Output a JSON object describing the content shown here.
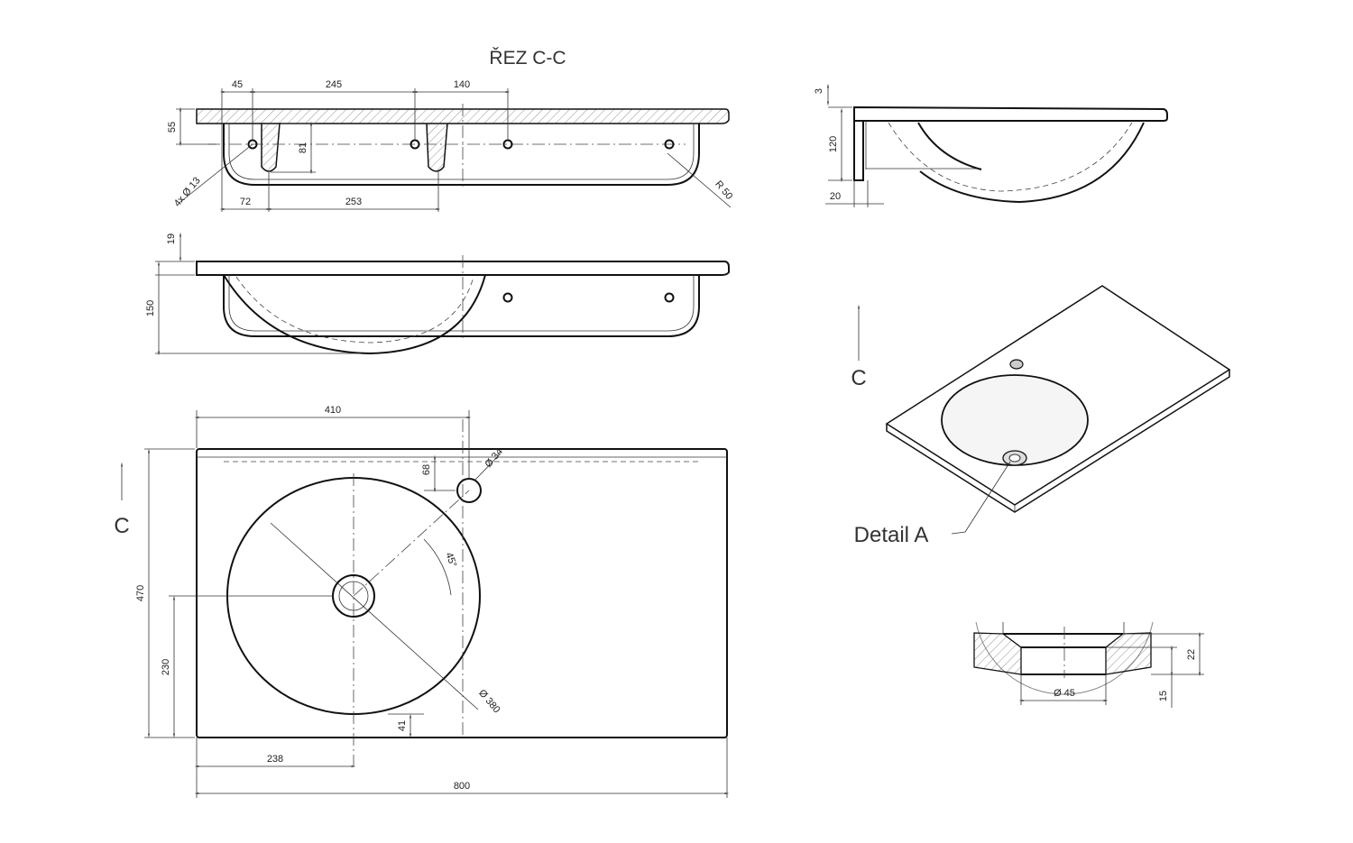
{
  "section_title": "ŘEZ C-C",
  "section_view": {
    "dims": {
      "d45": "45",
      "d245": "245",
      "d140": "140",
      "d55": "55",
      "d81": "81",
      "holes": "4x Ø 13",
      "d72": "72",
      "d253": "253",
      "r50": "R 50"
    }
  },
  "side_view": {
    "dims": {
      "d3": "3",
      "d120": "120",
      "d20": "20"
    }
  },
  "front_view": {
    "dims": {
      "d19": "19",
      "d150": "150"
    }
  },
  "top_view": {
    "dims": {
      "d410": "410",
      "d68": "68",
      "d34": "Ø 34",
      "angle": "45°",
      "d380": "Ø 380",
      "d470": "470",
      "d230": "230",
      "d41": "41",
      "d238": "238",
      "d800": "800"
    },
    "section_marker": "C"
  },
  "iso_view": {
    "section_marker": "C",
    "detail_label": "Detail A"
  },
  "detail_view": {
    "dims": {
      "d45": "Ø 45",
      "d22": "22",
      "d15": "15"
    }
  }
}
